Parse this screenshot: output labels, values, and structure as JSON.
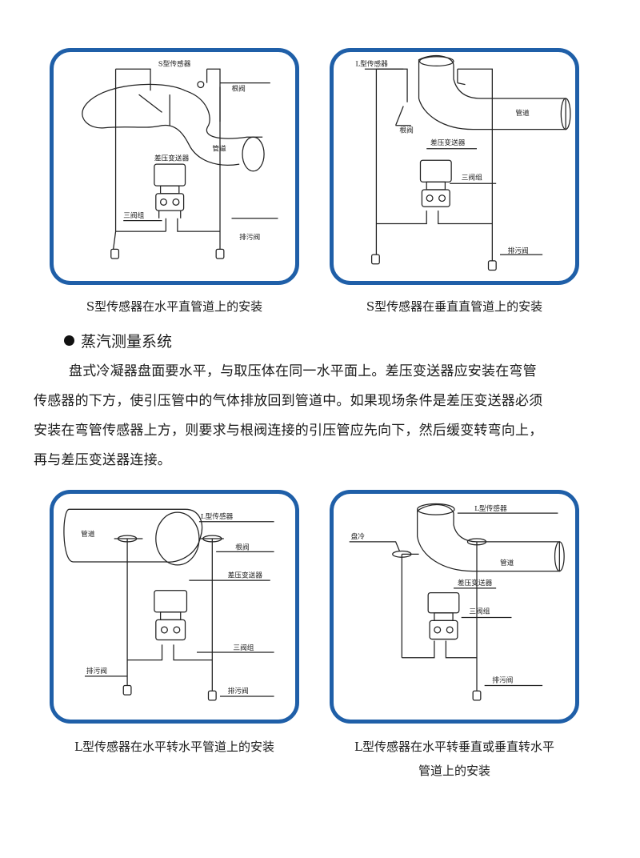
{
  "panels": [
    {
      "id": "p1",
      "labels": {
        "sensor": "S型传感器",
        "root_valve": "根阀",
        "pipe": "管道",
        "transmitter": "差压变送器",
        "manifold": "三阀组",
        "drain": "排污阀"
      },
      "caption": "S型传感器在水平直管道上的安装"
    },
    {
      "id": "p2",
      "labels": {
        "sensor": "L型传感器",
        "root_valve": "根阀",
        "pipe": "管道",
        "transmitter": "差压变送器",
        "manifold": "三阀组",
        "drain": "排污阀"
      },
      "caption": "S型传感器在垂直直管道上的安装"
    },
    {
      "id": "p3",
      "labels": {
        "sensor": "L型传感器",
        "root_valve": "根阀",
        "pipe": "管道",
        "transmitter": "差压变送器",
        "manifold": "三阀组",
        "drain_left": "排污阀",
        "drain_right": "排污阀"
      },
      "caption": "L型传感器在水平转水平管道上的安装"
    },
    {
      "id": "p4",
      "labels": {
        "sensor": "L型传感器",
        "condenser": "盘冷",
        "pipe": "管道",
        "transmitter": "差压变送器",
        "manifold": "三阀组",
        "drain": "排污阀"
      },
      "caption_line1": "L型传感器在水平转垂直或垂直转水平",
      "caption_line2": "管道上的安装"
    }
  ],
  "section": {
    "title": "蒸汽测量系统",
    "paragraph_lines": [
      "盘式冷凝器盘面要水平，与取压体在同一水平面上。差压变送器应安装在弯管",
      "传感器的下方，使引压管中的气体排放回到管道中。如果现场条件是差压变送器必须",
      "安装在弯管传感器上方，则要求与根阀连接的引压管应先向下，然后缓变转弯向上，",
      "再与差压变送器连接。"
    ]
  },
  "colors": {
    "frame": "#1f5fa8",
    "line": "#222222"
  }
}
